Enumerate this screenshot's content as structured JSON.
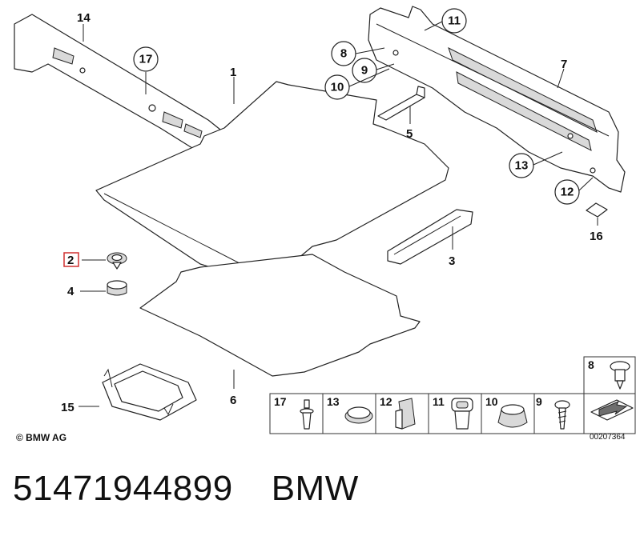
{
  "callouts": {
    "c1": "1",
    "c2": "2",
    "c3": "3",
    "c4": "4",
    "c5": "5",
    "c6": "6",
    "c7": "7",
    "c8": "8",
    "c9": "9",
    "c10": "10",
    "c11": "11",
    "c12": "12",
    "c13": "13",
    "c14": "14",
    "c15": "15",
    "c16": "16",
    "c17": "17"
  },
  "highlight_color": "#d03030",
  "legend": [
    "17",
    "13",
    "12",
    "11",
    "10",
    "9",
    "8"
  ],
  "copyright": "© BMW AG",
  "diagram_code": "00207364",
  "caption": {
    "part_number": "51471944899",
    "brand": "BMW"
  }
}
